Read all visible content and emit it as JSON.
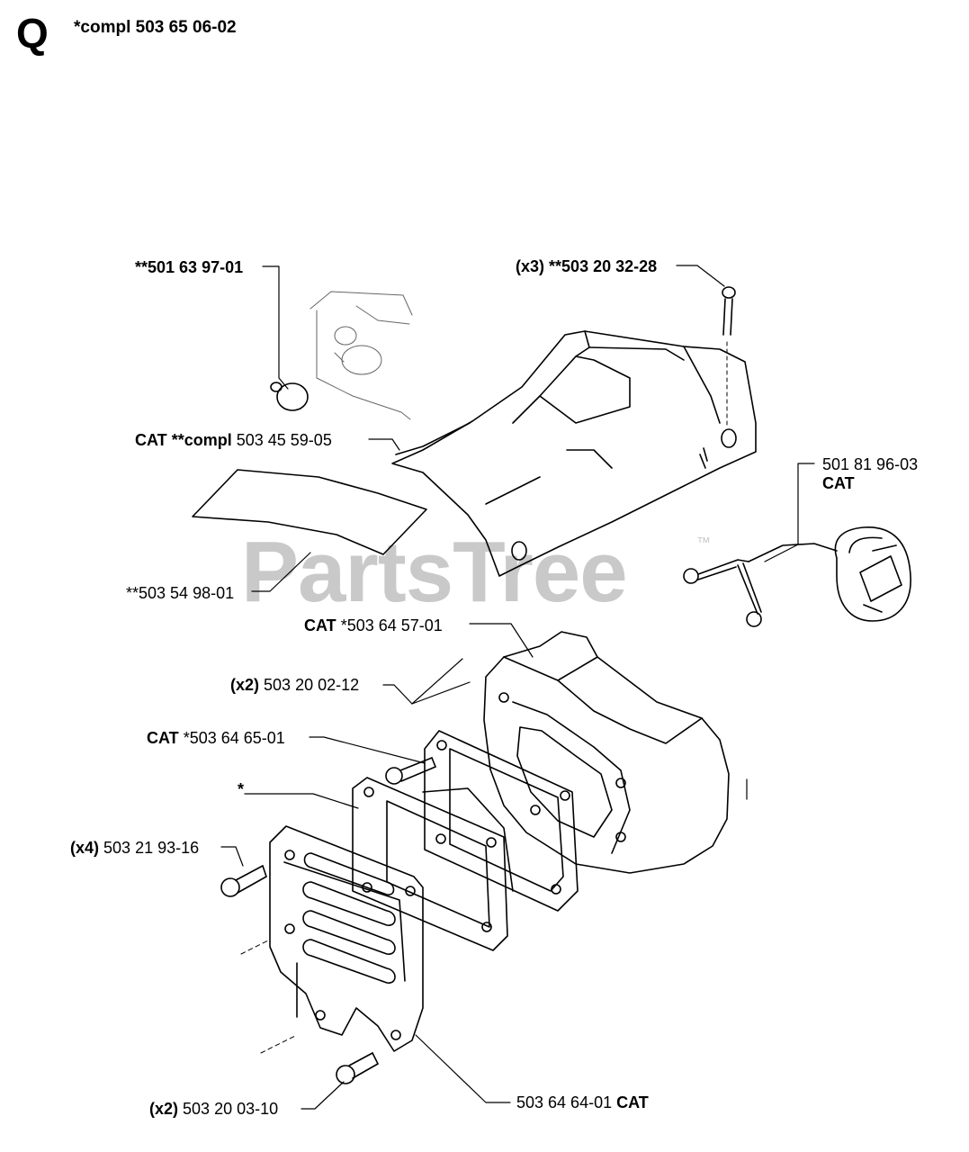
{
  "header": {
    "section_letter": "Q",
    "assembly_title": "*compl 503 65 06-02"
  },
  "watermark": {
    "text": "PartsTree",
    "trademark": "™"
  },
  "labels": {
    "cover_plug": {
      "prefix": "",
      "text": "**501 63 97-01",
      "suffix": ""
    },
    "cover_screw": {
      "prefix": "(x3)",
      "text": "**503 20 32-28",
      "suffix": ""
    },
    "cylinder_cover": {
      "prefix": "CAT",
      "text": "**compl",
      "text2": "503 45 59-05"
    },
    "fuel_cap_line1": "501 81 96-03",
    "fuel_cap_line2": "CAT",
    "decal": "**503 54 98-01",
    "muffler": {
      "prefix": "CAT",
      "text": "*503 64 57-01"
    },
    "muffler_screw": {
      "prefix": "(x2)",
      "text": "503 20 02-12"
    },
    "gasket": {
      "prefix": "CAT",
      "text": "*503 64 65-01"
    },
    "star_part": "*",
    "plate_screw": {
      "prefix": "(x4)",
      "text": "503 21 93-16"
    },
    "bottom_screw": {
      "prefix": "(x2)",
      "text": "503 20 03-10"
    },
    "cooling_plate": {
      "text": "503 64 64-01",
      "suffix": "CAT"
    }
  }
}
